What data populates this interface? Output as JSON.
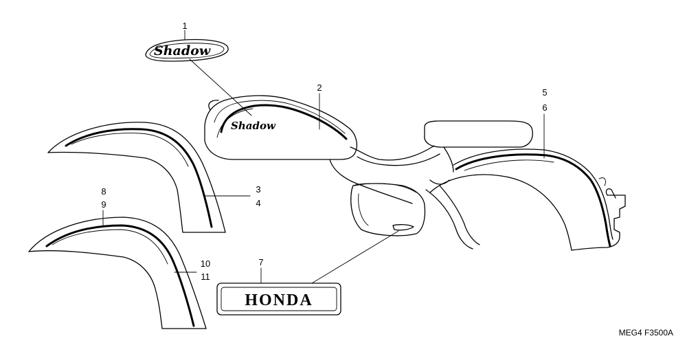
{
  "diagram": {
    "callouts": {
      "c1": "1",
      "c2": "2",
      "c3": "3",
      "c4": "4",
      "c5": "5",
      "c6": "6",
      "c7": "7",
      "c8": "8",
      "c9": "9",
      "c10": "10",
      "c11": "11"
    },
    "emblem_text": "HONDA",
    "reference_code": "MEG4 F3500A"
  }
}
